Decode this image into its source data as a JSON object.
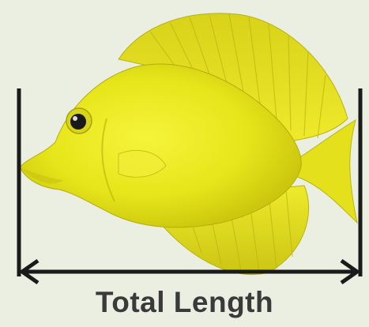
{
  "diagram": {
    "measurement_label": "Total Length",
    "colors": {
      "background": "#ebefe1",
      "fish_body": "#e6e51a",
      "fish_shadow": "#c8c40f",
      "fin": "#d9d717",
      "lines": "#1a1a1a",
      "label": "#3a3a3a"
    },
    "icons": {
      "subject": "yellow-tang-fish-icon",
      "left_marker": "left-bound-line",
      "right_marker": "right-bound-line",
      "measure_arrow": "double-headed-arrow"
    }
  }
}
